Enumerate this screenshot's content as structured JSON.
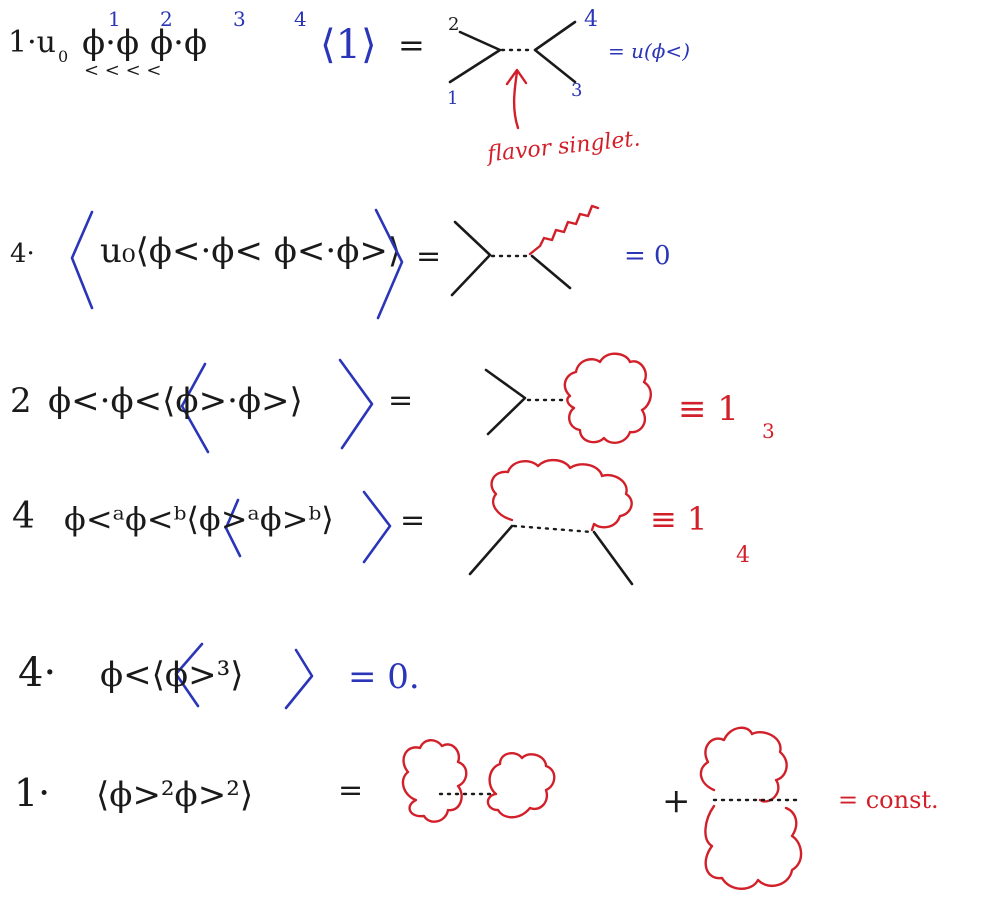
{
  "colors": {
    "ink": "#1a1a1a",
    "blue": "#2a35b8",
    "red": "#d2202a"
  },
  "rows": [
    {
      "coef": "1·u",
      "coef_sub": "0",
      "fields": "ϕ·ϕ  ϕ·ϕ",
      "sub": "<   <   <   <",
      "sup": [
        "1",
        "2",
        "3",
        "4"
      ],
      "bracket": "⟨1⟩",
      "eq": "=",
      "leg_labels": [
        "2",
        "4",
        "1",
        "3"
      ],
      "result": "= u(ϕ<)",
      "note": "flavor singlet."
    },
    {
      "coef": "4·",
      "expr": "u₀⟨ϕ<·ϕ<  ϕ<·ϕ>⟩",
      "eq": "=",
      "result": "= 0"
    },
    {
      "coef": "2",
      "expr": "ϕ<·ϕ<⟨ϕ>·ϕ>⟩",
      "eq": "=",
      "result": "≡ 1",
      "result_sub": "3"
    },
    {
      "coef": "4",
      "expr": "ϕ<ᵃϕ<ᵇ⟨ϕ>ᵃϕ>ᵇ⟩",
      "eq": "=",
      "result": "≡ 1",
      "result_sub": "4"
    },
    {
      "coef": "4·",
      "expr": "ϕ<⟨ϕ>³⟩",
      "eq": "= 0."
    },
    {
      "coef": "1·",
      "expr": "⟨ϕ>²ϕ>²⟩",
      "eq": "=",
      "plus": "+",
      "result": "= const."
    }
  ]
}
